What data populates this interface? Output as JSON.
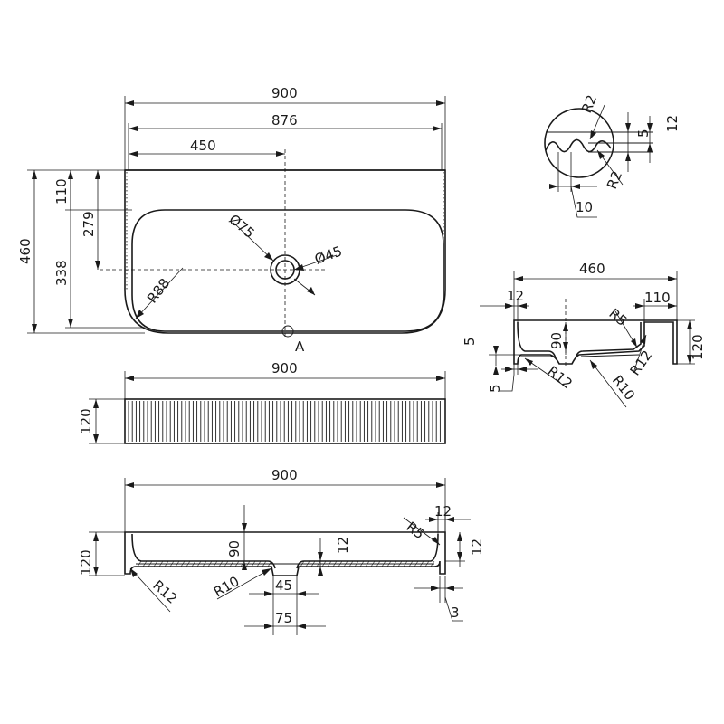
{
  "top_view": {
    "overall_width": "900",
    "inner_width": "876",
    "drain_offset": "450",
    "overall_depth": "460",
    "rim_depth": "110",
    "bowl_to_drain": "279",
    "drain_depth": "338",
    "drain_outer_diameter": "Ø75",
    "drain_inner_diameter": "Ø45",
    "corner_radius": "R88",
    "detail_marker": "A"
  },
  "front_elevation": {
    "width": "900",
    "height": "120"
  },
  "long_section": {
    "width": "900",
    "height": "120",
    "bowl_depth": "90",
    "bottom_thickness": "12",
    "wall_thickness": "12",
    "lip_height": "12",
    "top_radius": "R5",
    "outer_radius": "R12",
    "drain_radius": "R10",
    "drain_hole": "45",
    "drain_outer": "75",
    "foot_gap": "3"
  },
  "detail_a": {
    "radius_top": "R2",
    "radius_bottom": "R2",
    "groove_depth": "5",
    "total_depth": "12",
    "pitch": "10"
  },
  "side_section": {
    "width": "460",
    "rim_width": "110",
    "wall": "12",
    "height": "120",
    "bowl_depth": "90",
    "radius_top": "R5",
    "radius_outer": "R12",
    "radius_inner": "R12",
    "radius_drain": "R10",
    "bottom_step": "5",
    "foot": "5"
  }
}
